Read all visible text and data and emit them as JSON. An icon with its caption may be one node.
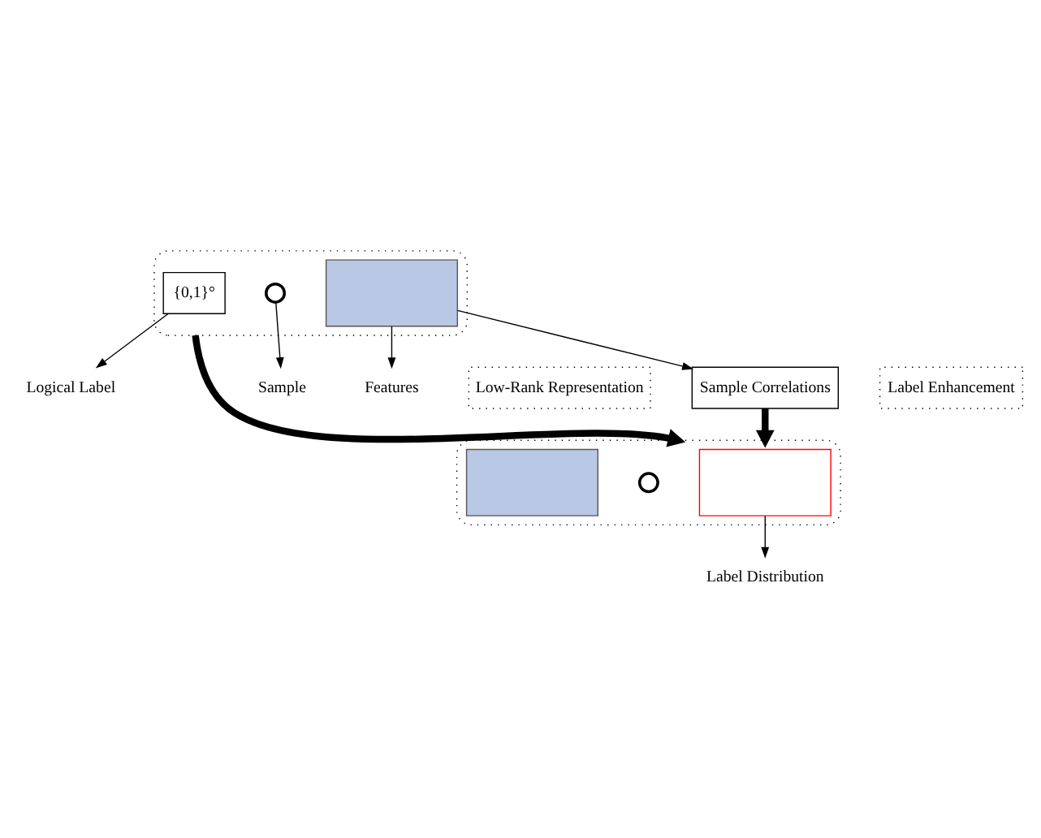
{
  "diagram": {
    "nodes": [
      {
        "text": [
          "Logical Label"
        ]
      },
      {
        "text": [],
        "shape": "box"
      },
      {
        "text": [
          "{0,1}°"
        ],
        "in": 1
      },
      {
        "text": [],
        "shape": "circle",
        "in": 1
      },
      {
        "text": [
          "Sample"
        ]
      },
      {
        "text": [],
        "shape": "bar",
        "in": 1
      },
      {
        "text": [
          "Features"
        ]
      },
      {
        "text": [
          "Low-Rank Representation"
        ]
      },
      {
        "text": [
          "Sample Correlations"
        ]
      },
      {
        "text": [
          "Label Enhancement"
        ]
      },
      {
        "text": [],
        "shape": "box"
      },
      {
        "text": [],
        "shape": "box",
        "in": 10
      },
      {
        "text": [
          "Label Distribution"
        ]
      },
      {
        "text": [],
        "shape": "circle",
        "in": 10
      },
      {
        "text": [],
        "shape": "bar",
        "in": 10
      }
    ],
    "edges": [
      {
        "from": 2,
        "to": 0,
        "arrow": "to"
      },
      {
        "from": 3,
        "to": 4,
        "arrow": "to"
      },
      {
        "from": 5,
        "to": 6,
        "arrow": "to"
      },
      {
        "from": 5,
        "to": 8,
        "arrow": "to"
      },
      {
        "from": 1,
        "to": 10,
        "arrow": "to",
        "style": "thick"
      },
      {
        "from": 8,
        "to": 10,
        "arrow": "to",
        "style": "thick"
      },
      {
        "from": 11,
        "to": 12,
        "arrow": "to"
      }
    ]
  }
}
